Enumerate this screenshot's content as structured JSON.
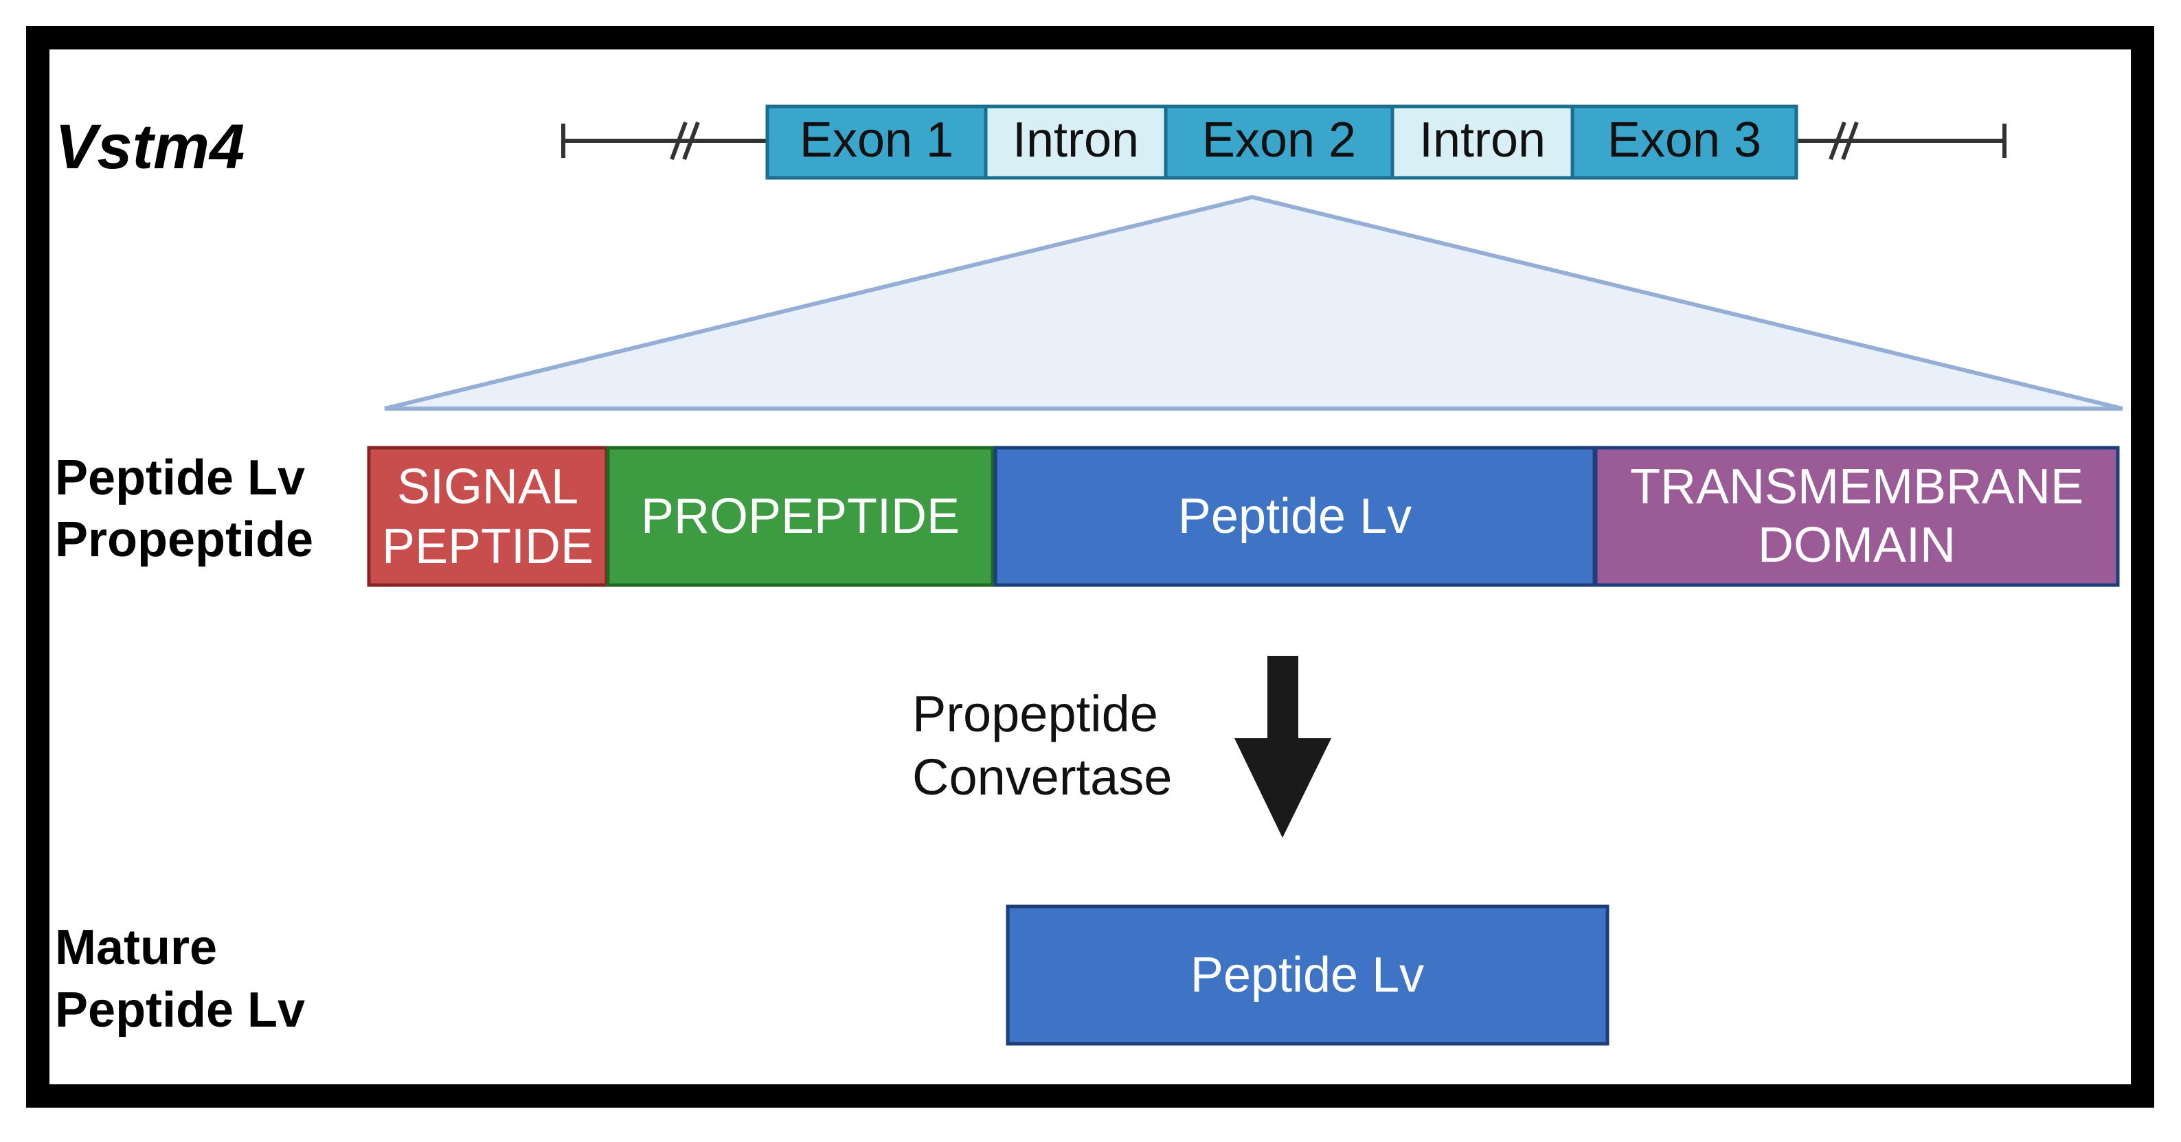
{
  "gene": {
    "name": "Vstm4",
    "segments": [
      {
        "label": "Exon 1",
        "type": "exon"
      },
      {
        "label": "Intron",
        "type": "intron"
      },
      {
        "label": "Exon 2",
        "type": "exon"
      },
      {
        "label": "Intron",
        "type": "intron"
      },
      {
        "label": "Exon 3",
        "type": "exon"
      }
    ]
  },
  "rows": {
    "propeptide_label_line1": "Peptide Lv",
    "propeptide_label_line2": "Propeptide",
    "mature_label_line1": "Mature",
    "mature_label_line2": "Peptide Lv"
  },
  "domains": {
    "signal_line1": "SIGNAL",
    "signal_line2": "PEPTIDE",
    "propeptide": "PROPEPTIDE",
    "peptide": "Peptide Lv",
    "tm_line1": "TRANSMEMBRANE",
    "tm_line2": "DOMAIN"
  },
  "process": {
    "line1": "Propeptide",
    "line2": "Convertase"
  },
  "mature": {
    "label": "Peptide Lv"
  },
  "colors": {
    "exon": "#3aa6cc",
    "intron": "#d7eff5",
    "signal": "#c84d4d",
    "propeptide": "#3d9b41",
    "peptide": "#3f74c4",
    "transmembrane": "#9b5b96",
    "triangle_fill": "#e8f0fa",
    "triangle_stroke": "#94aed6",
    "arrow": "#1a1a1a",
    "frame": "#000000"
  }
}
